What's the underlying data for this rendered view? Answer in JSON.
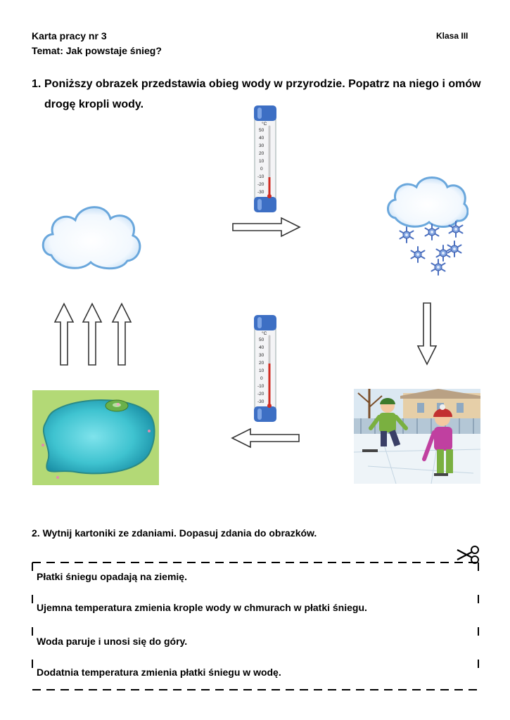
{
  "header": {
    "title": "Karta pracy nr 3",
    "topic": "Temat: Jak powstaje śnieg?",
    "class_label": "Klasa III"
  },
  "task1": {
    "number": "1.",
    "line1": "Poniższy obrazek przedstawia obieg wody w przyrodzie. Popatrz na niego i omów",
    "line2": "drogę kropli wody."
  },
  "thermometer": {
    "unit": "°C",
    "scale": [
      "50",
      "40",
      "30",
      "20",
      "10",
      "0",
      "-10",
      "-20",
      "-30"
    ],
    "top_reading_celsius": -10,
    "bottom_reading_celsius": 20
  },
  "task2": {
    "text": "2. Wytnij kartoniki ze zdaniami. Dopasuj zdania do obrazków."
  },
  "cards": [
    "Płatki śniegu opadają na ziemię.",
    "Ujemna temperatura zmienia krople wody w chmurach w płatki śniegu.",
    "Woda paruje i unosi się do góry.",
    "Dodatnia temperatura zmienia płatki śniegu w wodę."
  ],
  "colors": {
    "cloud_fill": "#ffffff",
    "cloud_outline": "#6aa7dc",
    "snowflake": "#4a6fc0",
    "thermometer_cap": "#3d6fc4",
    "mercury": "#d02a20",
    "pond_water": "#3fc3d0",
    "grass": "#a8d46a"
  }
}
